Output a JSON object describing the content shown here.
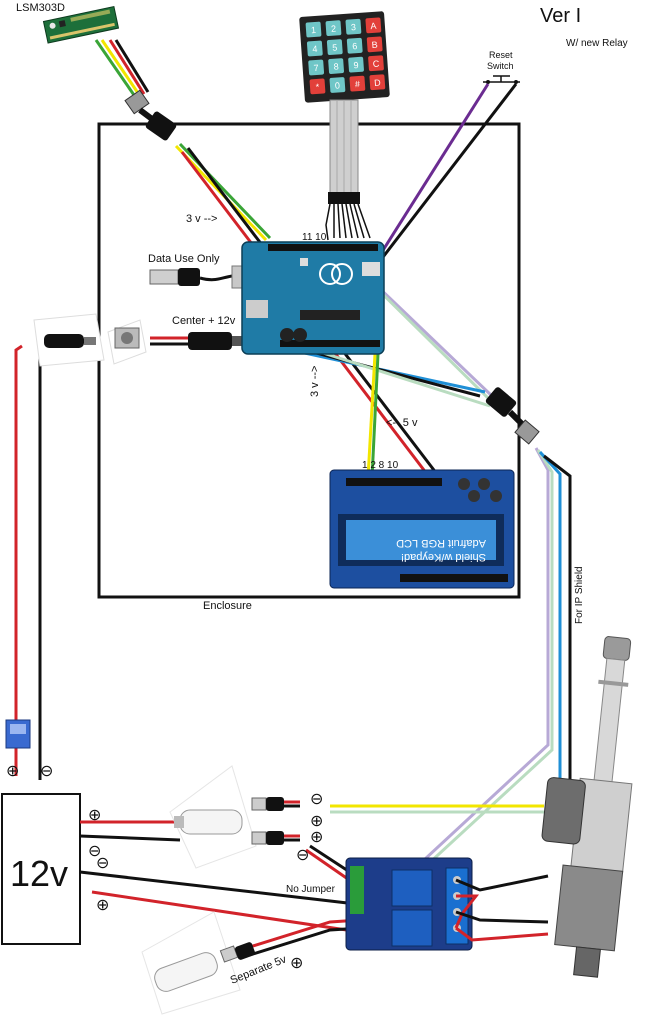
{
  "labels": {
    "sensor": "LSM303D",
    "version": "Ver I",
    "subtitle": "W/ new Relay",
    "reset_switch_line1": "Reset",
    "reset_switch_line2": "Switch",
    "pins_top": "11 10",
    "three_v_top": "3 v -->",
    "data_use_only": "Data Use Only",
    "center_12v": "Center + 12v",
    "three_v_bottom": "3 v -->",
    "five_v": "<-- 5 v",
    "lcd_pins": "1 2 8 10",
    "enclosure": "Enclosure",
    "for_ip_shield": "For IP Shield",
    "battery": "12v",
    "no_jumper": "No Jumper",
    "separate_5v": "Separate 5v",
    "plus": "⊕",
    "minus": "⊖"
  },
  "keypad": {
    "keys": [
      "1",
      "2",
      "3",
      "A",
      "4",
      "5",
      "6",
      "B",
      "7",
      "8",
      "9",
      "C",
      "*",
      "0",
      "#",
      "D"
    ]
  },
  "lcd": {
    "line1": "Adafruit RGB LCD",
    "line2": "Shield w/Keypad!"
  },
  "colors": {
    "red": "#d2232a",
    "black": "#111111",
    "yellow": "#f2e600",
    "green": "#3aa537",
    "purple": "#6b2c91",
    "light_purple": "#b7a9d6",
    "light_green": "#b9dcc0",
    "blue": "#1f8fd6",
    "arduino": "#1f7ba6",
    "lcd_screen": "#3b8fd8",
    "keypad_teal": "#6fc6c7",
    "keypad_red": "#e2403a"
  }
}
